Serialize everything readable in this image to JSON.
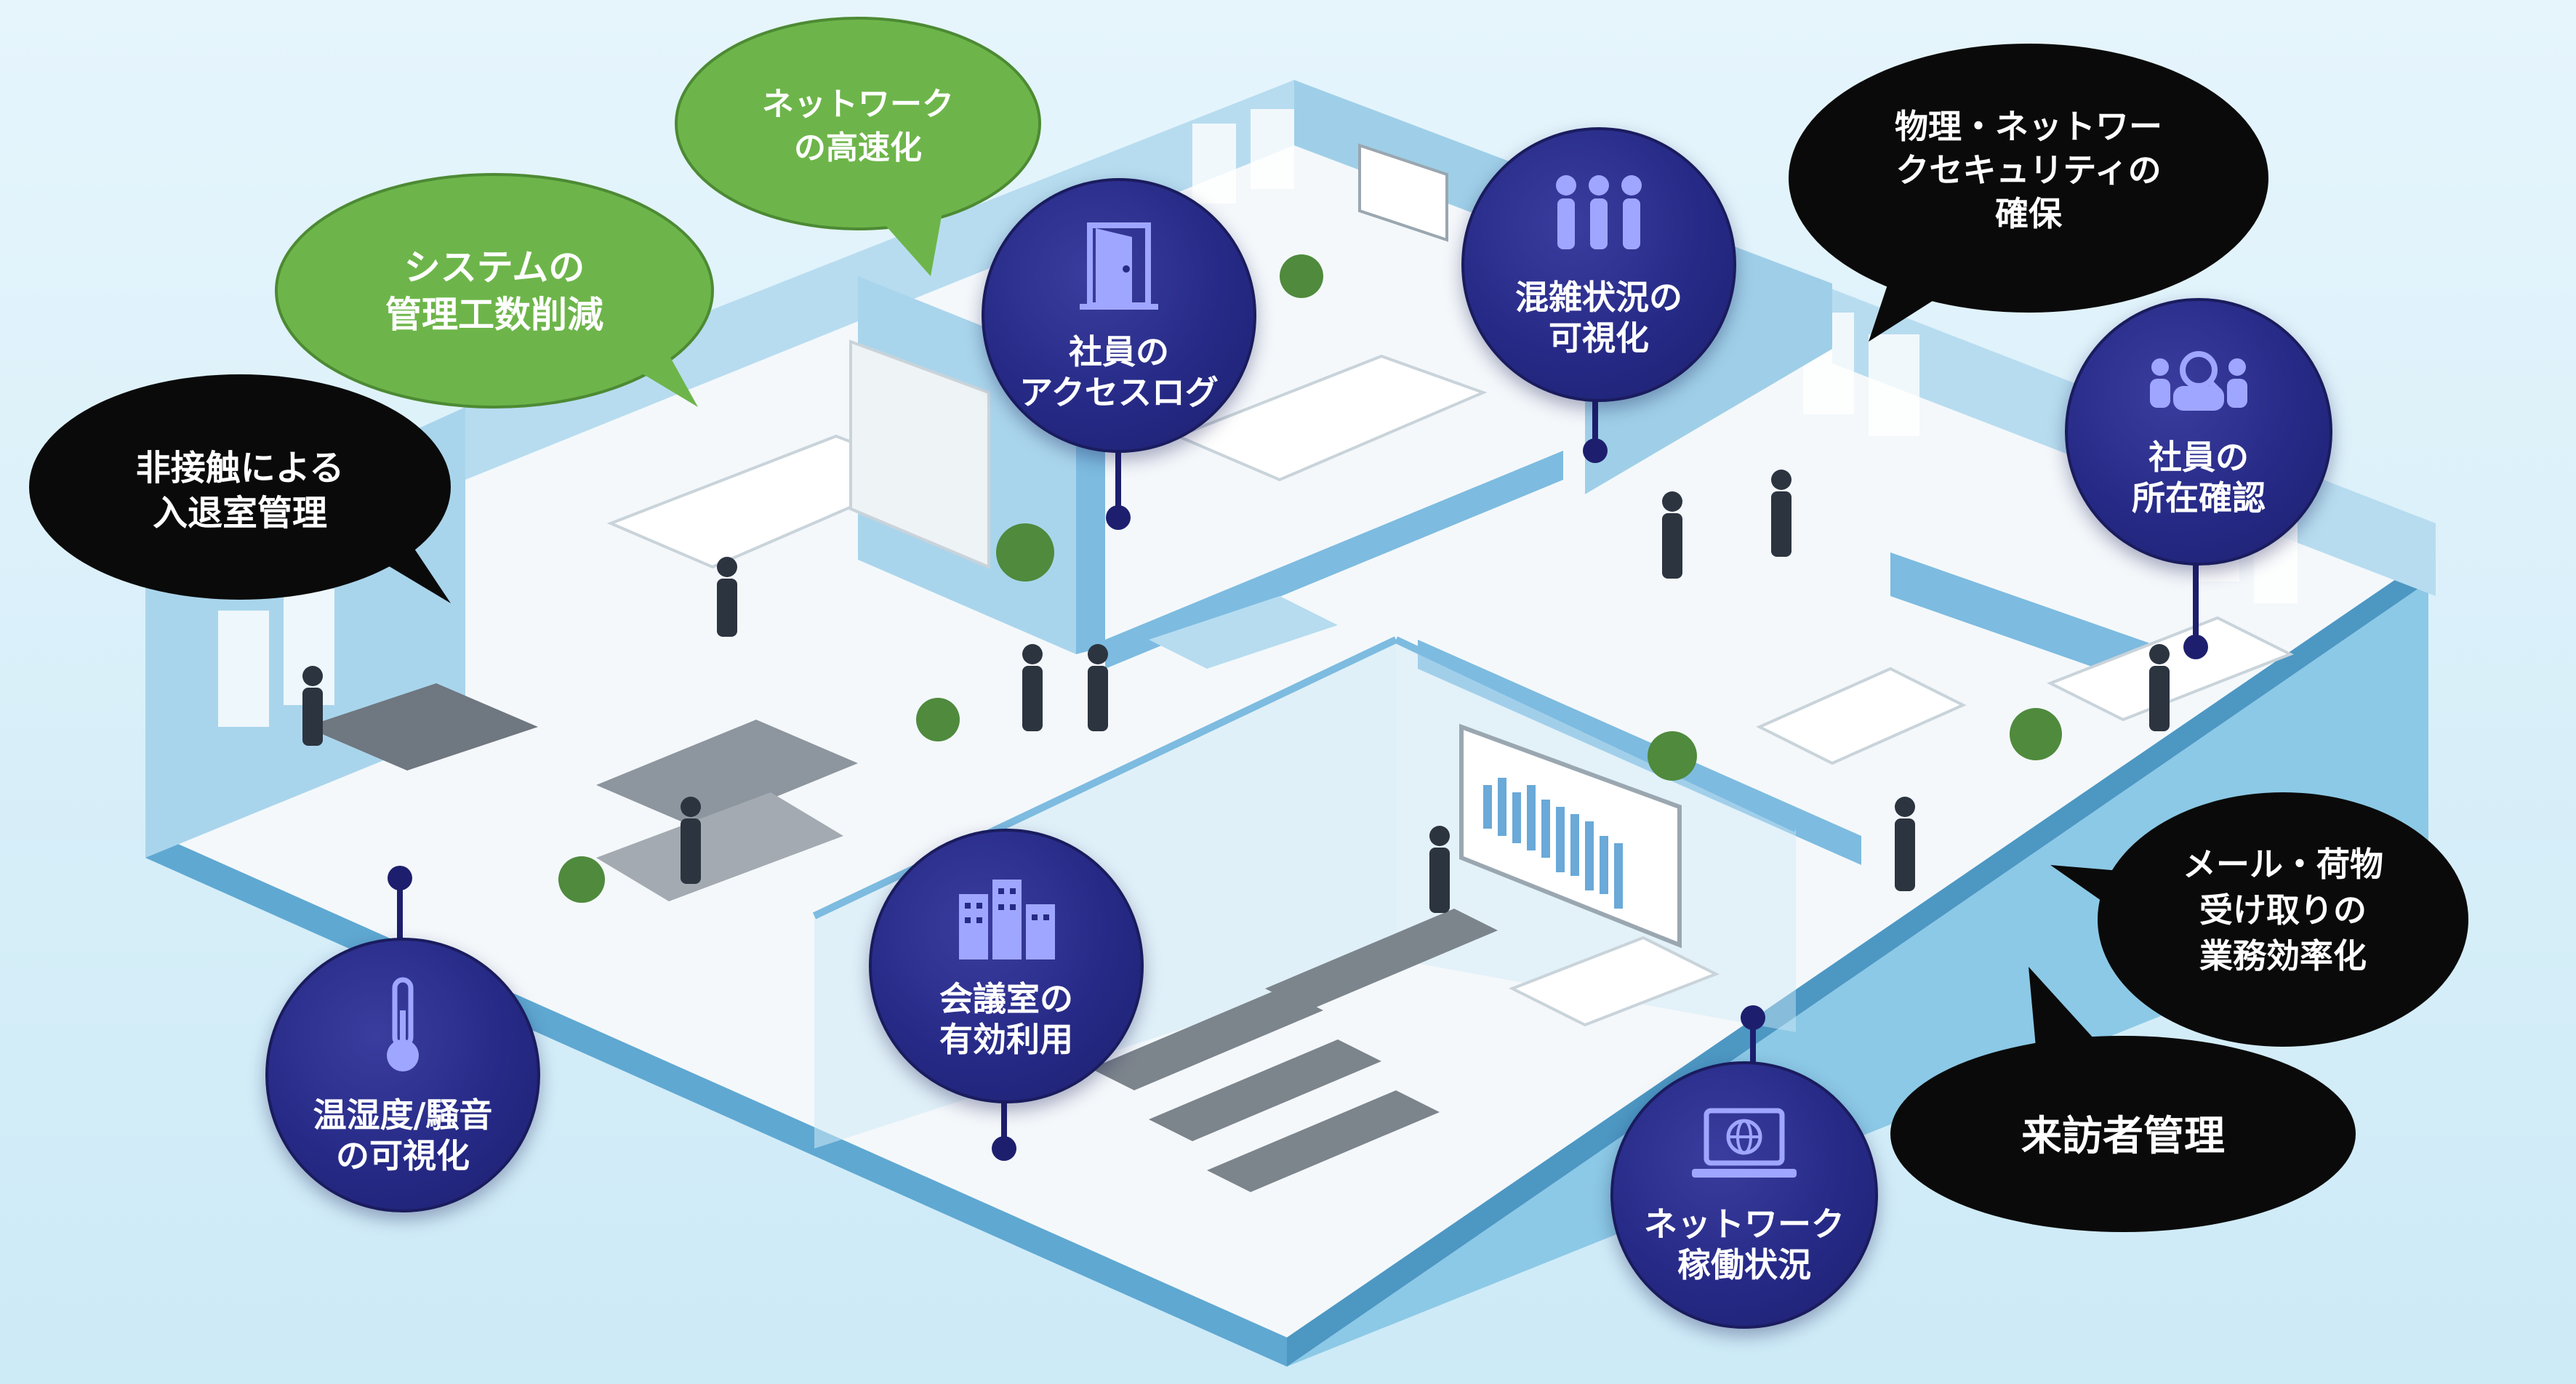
{
  "callouts": {
    "contactless_entry": [
      "非接触による",
      "入退室管理"
    ],
    "system_workload": [
      "システムの",
      "管理工数削減"
    ],
    "network_speed": [
      "ネットワーク",
      "の高速化"
    ],
    "security": [
      "物理・ネットワー",
      "クセキュリティの",
      "確保"
    ],
    "mail_parcel": [
      "メール・荷物",
      "受け取りの",
      "業務効率化"
    ],
    "visitor": [
      "来訪者管理"
    ]
  },
  "features": {
    "access_log": [
      "社員の",
      "アクセスログ"
    ],
    "congestion": [
      "混雑状況の",
      "可視化"
    ],
    "location": [
      "社員の",
      "所在確認"
    ],
    "meeting_room": [
      "会議室の",
      "有効利用"
    ],
    "environment": [
      "温湿度/騒音",
      "の可視化"
    ],
    "network_status": [
      "ネットワーク",
      "稼働状況"
    ]
  },
  "colors": {
    "feature_circle": "#262a86",
    "green_bubble": "#6db54a",
    "black_bubble": "#0a0a0a",
    "floor": "#f4f8fb",
    "wall": "#8fc6e2"
  },
  "icons": {
    "access_log": "door-icon",
    "congestion": "people-group-icon",
    "location": "person-search-icon",
    "meeting_room": "buildings-icon",
    "environment": "thermometer-icon",
    "network_status": "laptop-globe-icon"
  }
}
